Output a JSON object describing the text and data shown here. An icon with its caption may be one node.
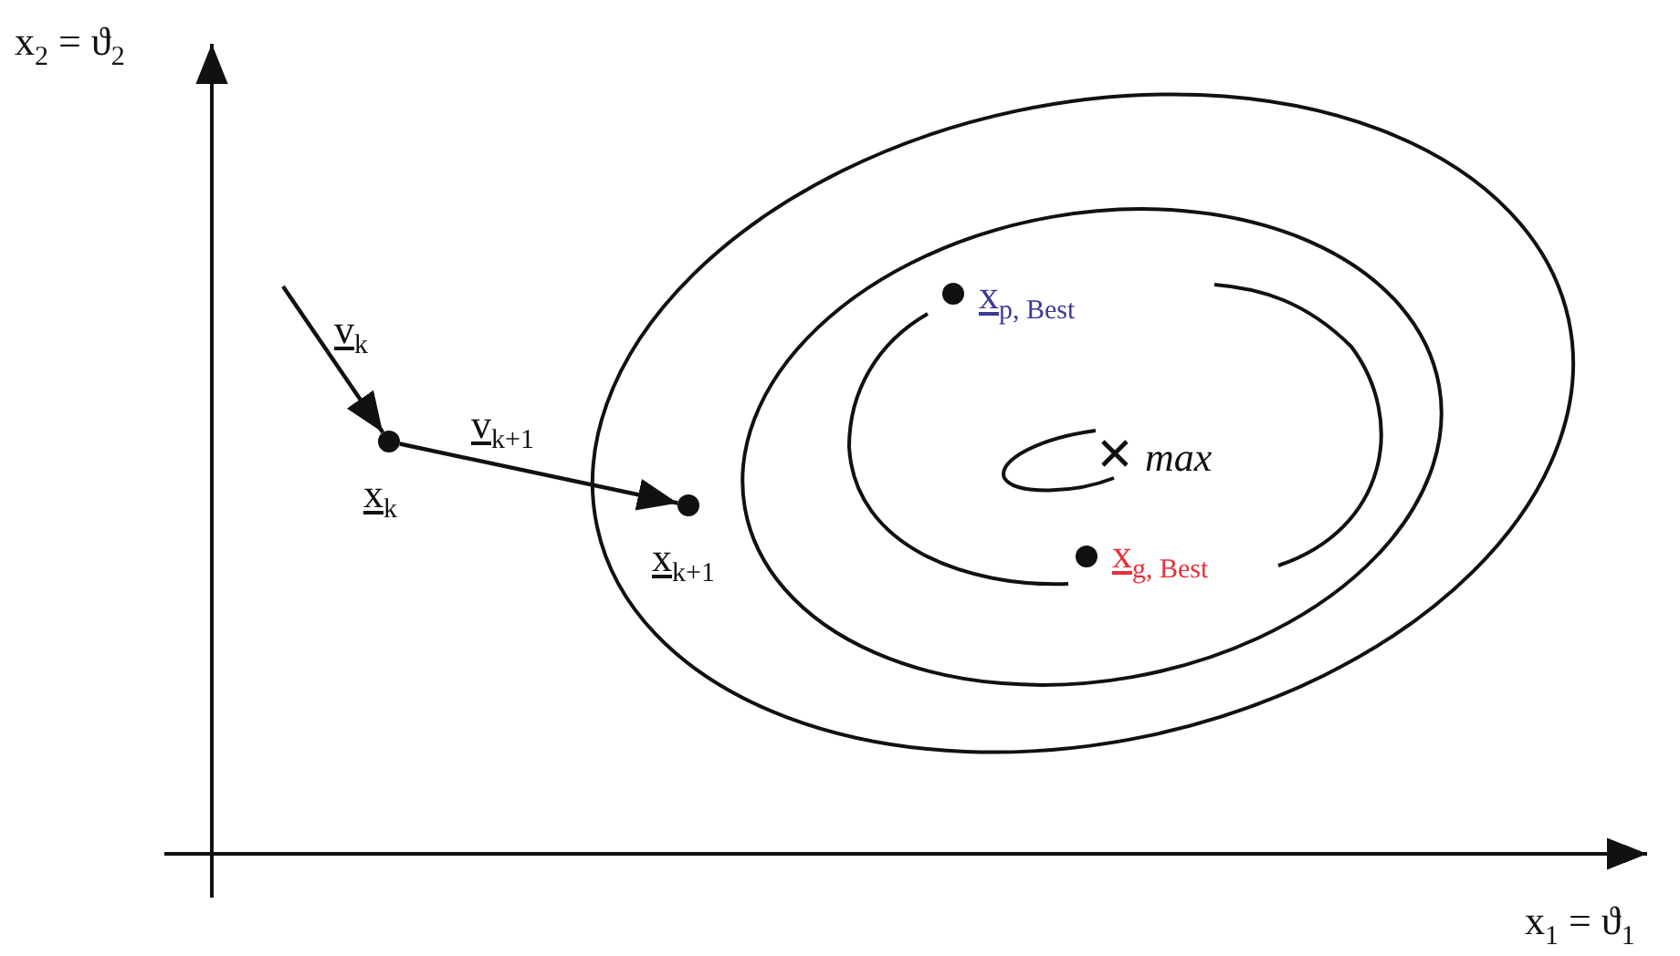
{
  "diagram": {
    "nodes": [
      {
        "text": [],
        "shape": "circle",
        "beside": [
          "x$_{k}$"
        ]
      },
      {
        "text": [],
        "shape": "circle",
        "beside": [
          "x$_{k+1}$"
        ]
      },
      {
        "text": [],
        "shape": "circle",
        "beside": [
          "x$_{p, Best}$"
        ]
      },
      {
        "text": [],
        "shape": "circle",
        "beside": [
          "x$_{g, Best}$"
        ]
      }
    ],
    "edges": [
      {
        "from": null,
        "to": 0,
        "arrow": "to",
        "label": "v$_{k}$"
      },
      {
        "from": 0,
        "to": 1,
        "arrow": "to",
        "label": "v$_{k+1}$"
      }
    ],
    "labels": [
      "x$_{2}$ = ϑ$_{2}$",
      "max",
      "x$_{1}$ = ϑ$_{1}$"
    ]
  }
}
